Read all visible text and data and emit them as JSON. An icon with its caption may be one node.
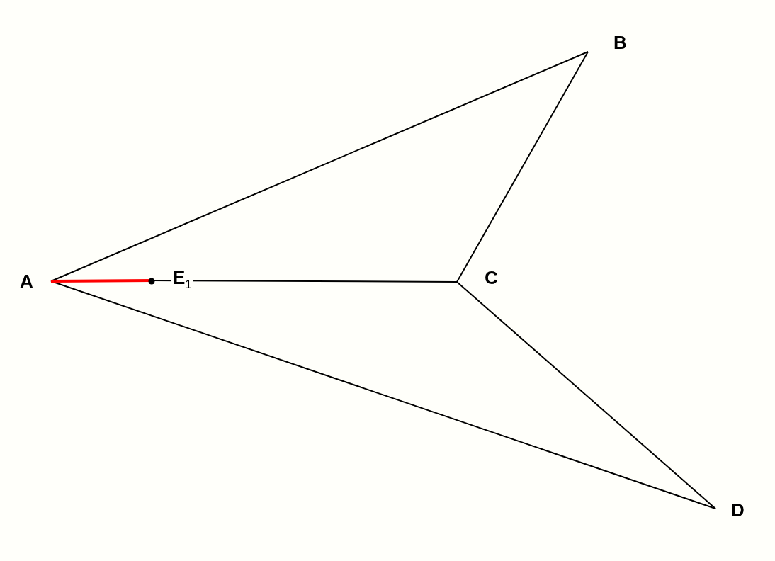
{
  "diagram": {
    "nodes": [
      {
        "text": [
          "A"
        ]
      },
      {
        "text": [
          "B"
        ]
      },
      {
        "text": [
          "C"
        ]
      },
      {
        "text": [
          "D"
        ]
      },
      {
        "text": [
          "E$_{1}$"
        ]
      }
    ],
    "edges": [
      {
        "from": 0,
        "to": 1,
        "arrow": "none"
      },
      {
        "from": 1,
        "to": 2,
        "arrow": "none"
      },
      {
        "from": 2,
        "to": 3,
        "arrow": "none"
      },
      {
        "from": 3,
        "to": 0,
        "arrow": "none"
      },
      {
        "from": 0,
        "to": 4,
        "arrow": "none",
        "style": "thick",
        "color": "#ff0000"
      },
      {
        "from": 4,
        "to": 2,
        "arrow": "none"
      }
    ]
  }
}
